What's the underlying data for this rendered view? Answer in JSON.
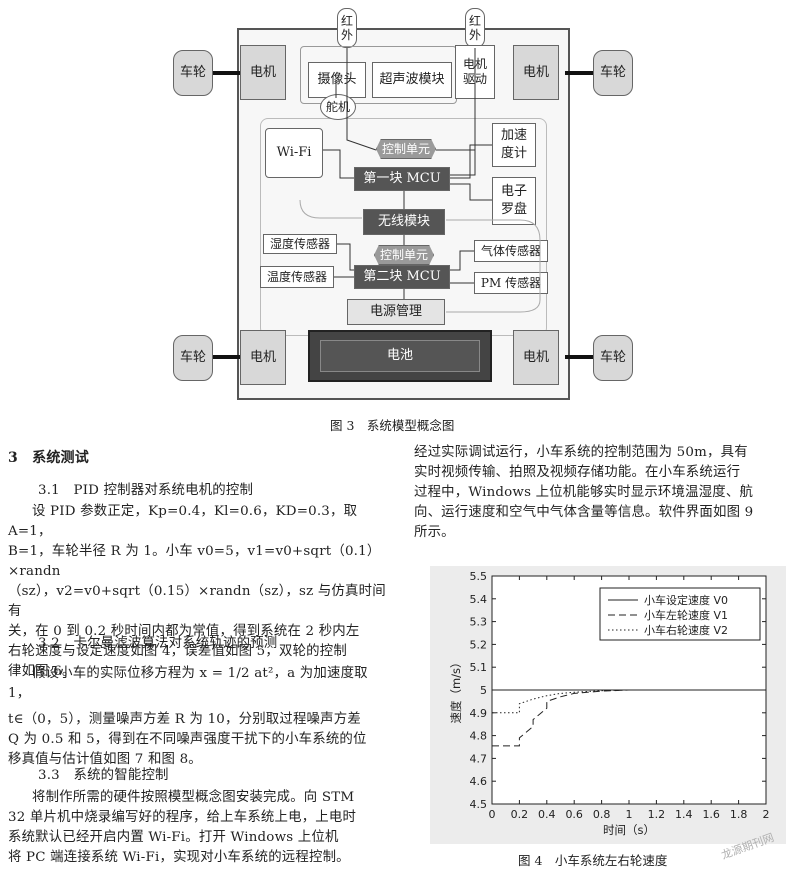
{
  "diagram": {
    "wheel": "车轮",
    "motor": "电机",
    "infrared": "红外",
    "camera": "摄像头",
    "servo": "舵机",
    "ultrasonic": "超声波模块",
    "motor_driver": "电机驱动",
    "wifi": "Wi-Fi",
    "control_unit": "控制单元",
    "mcu1": "第一块 MCU",
    "accelerometer": "加速度计",
    "compass": "电子罗盘",
    "wireless": "无线模块",
    "humidity": "湿度传感器",
    "gas": "气体传感器",
    "temperature": "温度传感器",
    "mcu2": "第二块 MCU",
    "pm": "PM 传感器",
    "power_mgmt": "电源管理",
    "battery": "电池"
  },
  "fig3_caption": "图 3　系统模型概念图",
  "left": {
    "section": "3　系统测试",
    "s31_title": "3.1　PID 控制器对系统电机的控制",
    "s31_lines": [
      "设 PID 参数正定，Kp=0.4，Kl=0.6，KD=0.3，取 A=1，",
      "B=1，车轮半径 R 为 1。小车 v0=5，v1=v0+sqrt（0.1）×randn",
      "（sz），v2=v0+sqrt（0.15）×randn（sz），sz 与仿真时间有",
      "关，在 0 到 0.2 秒时间内都为常值，得到系统在 2 秒内左",
      "右轮速度与设定速度如图 4，误差值如图 5，双轮的控制",
      "律如图 6。"
    ],
    "s32_title": "3.2　卡尔曼滤波算法对系统轨迹的预测",
    "s32_lines": [
      "假设小车的实际位移方程为 x = 1/2 at²，a 为加速度取 1，",
      "t∈（0，5），测量噪声方差 R 为 10，分别取过程噪声方差",
      "Q 为 0.5 和 5，得到在不同噪声强度干扰下的小车系统的位",
      "移真值与估计值如图 7 和图 8。"
    ],
    "s33_title": "3.3　系统的智能控制",
    "s33_lines": [
      "将制作所需的硬件按照模型概念图安装完成。向 STM",
      "32 单片机中烧录编写好的程序，给上车系统上电，上电时",
      "系统默认已经开启内置 Wi-Fi。打开 Windows 上位机",
      "将 PC 端连接系统 Wi-Fi，实现对小车系统的远程控制。"
    ]
  },
  "right": {
    "lines": [
      "经过实际调试运行，小车系统的控制范围为 50m，具有",
      "实时视频传输、拍照及视频存储功能。在小车系统运行",
      "过程中，Windows 上位机能够实时显示环境温湿度、航",
      "向、运行速度和空气中气体含量等信息。软件界面如图 9",
      "所示。"
    ]
  },
  "chart_data": {
    "type": "line",
    "xlabel": "时间（s）",
    "ylabel": "速度（m/s）",
    "xlim": [
      0,
      2
    ],
    "ylim": [
      4.5,
      5.5
    ],
    "xticks": [
      "0",
      "0.2",
      "0.4",
      "0.6",
      "0.8",
      "1",
      "1.2",
      "1.4",
      "1.6",
      "1.8",
      "2"
    ],
    "yticks": [
      "4.5",
      "4.6",
      "4.7",
      "4.8",
      "4.9",
      "5",
      "5.1",
      "5.2",
      "5.3",
      "5.4",
      "5.5"
    ],
    "legend_position": "top-right",
    "series": [
      {
        "name": "小车设定速度 V0",
        "style": "solid",
        "x": [
          0,
          2
        ],
        "y": [
          5.0,
          5.0
        ]
      },
      {
        "name": "小车左轮速度 V1",
        "style": "dashed",
        "x": [
          0,
          0.2,
          0.2,
          0.3,
          0.3,
          0.4,
          0.4,
          0.5,
          0.6,
          0.8,
          1.0,
          2.0
        ],
        "y": [
          4.755,
          4.755,
          4.79,
          4.84,
          4.87,
          4.92,
          4.95,
          4.97,
          4.985,
          4.995,
          5.0,
          5.0
        ]
      },
      {
        "name": "小车右轮速度 V2",
        "style": "dotted",
        "x": [
          0,
          0.2,
          0.2,
          0.3,
          0.4,
          0.5,
          0.6,
          0.8,
          1.0,
          2.0
        ],
        "y": [
          4.9,
          4.9,
          4.94,
          4.96,
          4.975,
          4.985,
          4.99,
          4.997,
          5.0,
          5.0
        ]
      }
    ]
  },
  "fig4_caption": "图 4　小车系统左右轮速度",
  "watermark": "龙源期刊网"
}
